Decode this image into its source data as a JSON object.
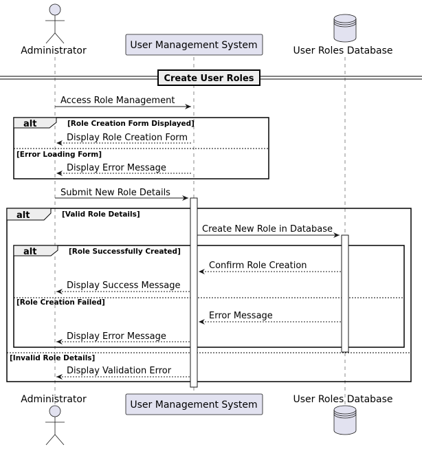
{
  "participants": {
    "admin": "Administrator",
    "ums": "User Management System",
    "db": "User Roles Database"
  },
  "divider": "Create User Roles",
  "fragments": {
    "f1": {
      "keyword": "alt",
      "guard": "[Role Creation Form Displayed]",
      "else_guard": "[Error Loading Form]"
    },
    "f2": {
      "keyword": "alt",
      "guard": "[Valid Role Details]",
      "else_guard": "[Invalid Role Details]"
    },
    "f3": {
      "keyword": "alt",
      "guard": "[Role Successfully Created]",
      "else_guard": "[Role Creation Failed]"
    }
  },
  "messages": {
    "m1": "Access Role Management",
    "m2": "Display Role Creation Form",
    "m3": "Display Error Message",
    "m4": "Submit New Role Details",
    "m5": "Create New Role in Database",
    "m6": "Confirm Role Creation",
    "m7": "Display Success Message",
    "m8": "Error Message",
    "m9": "Display Error Message",
    "m10": "Display Validation Error"
  },
  "colors": {
    "participant_fill": "#E2E2F0",
    "line": "#181818"
  }
}
